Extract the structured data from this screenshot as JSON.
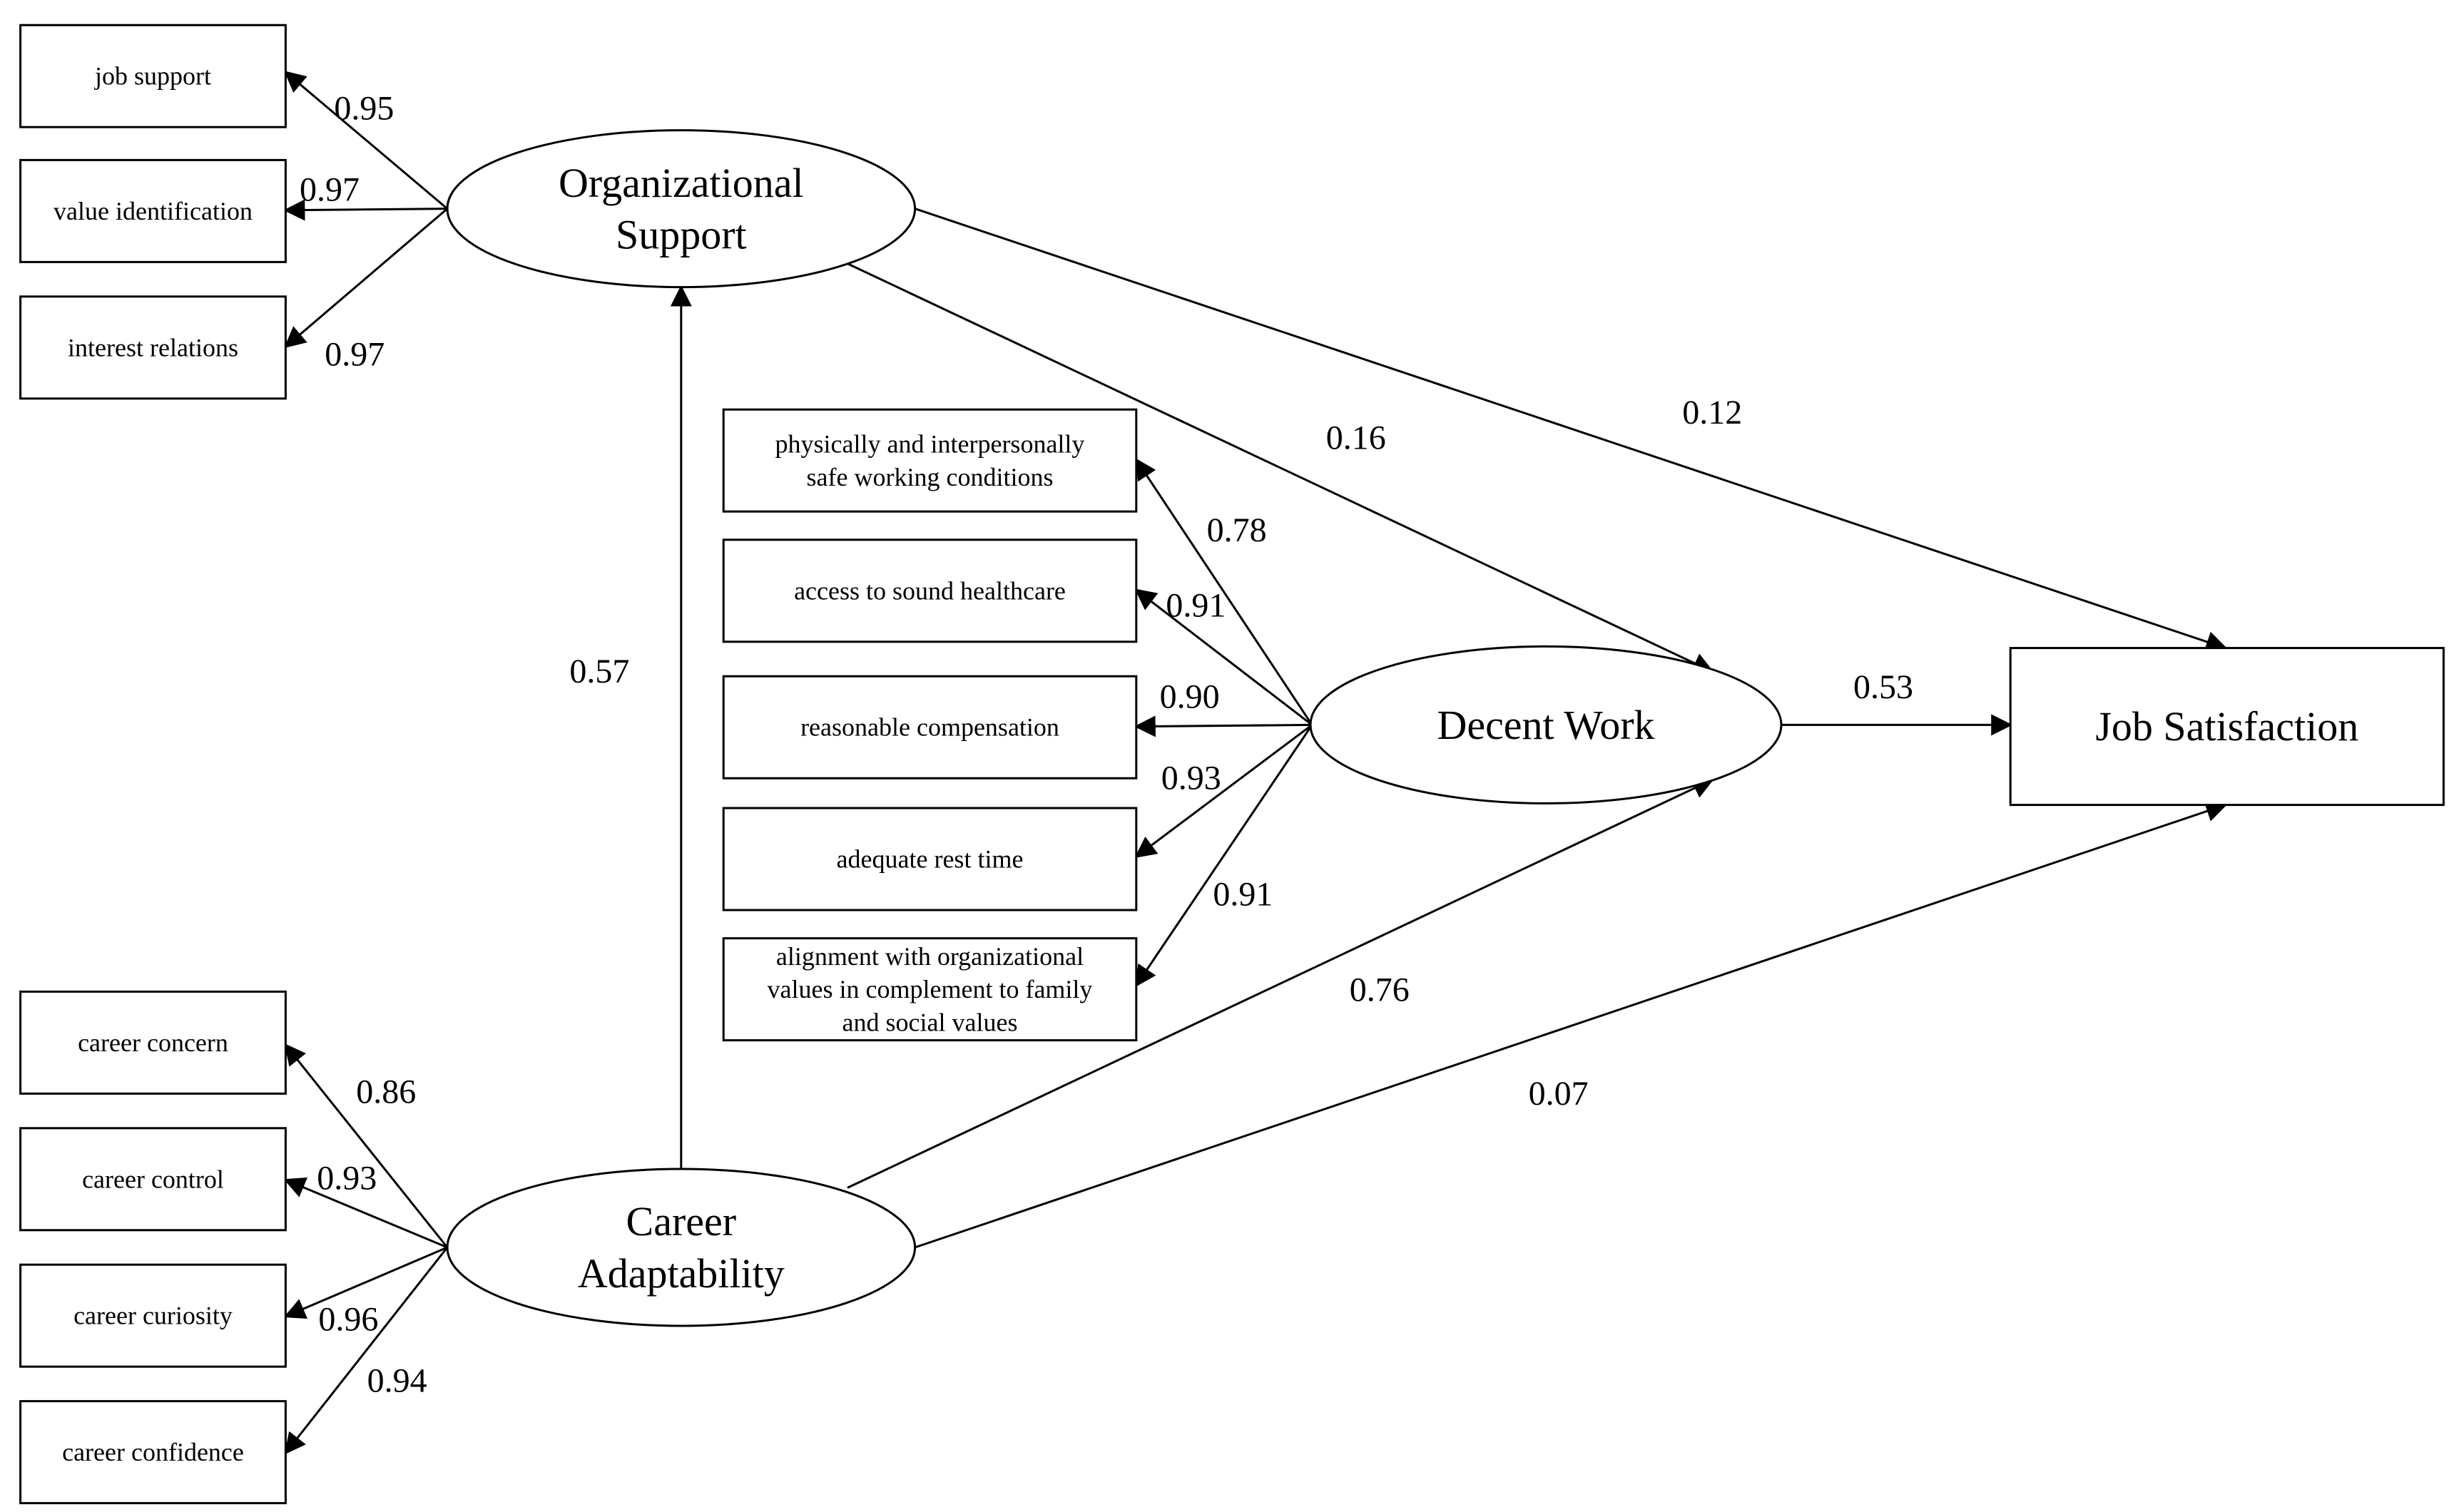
{
  "colors": {
    "stroke": "#000000",
    "background": "#ffffff"
  },
  "latent": {
    "org_support": [
      "Organizational",
      "Support"
    ],
    "career_adapt": [
      "Career",
      "Adaptability"
    ],
    "decent_work": [
      "Decent Work"
    ]
  },
  "outcome": {
    "job_satisfaction": [
      "Job Satisfaction"
    ]
  },
  "indicators": {
    "os1": [
      "job support"
    ],
    "os2": [
      "value identification"
    ],
    "os3": [
      "interest relations"
    ],
    "dw1": [
      "physically and interpersonally",
      "safe working conditions"
    ],
    "dw2": [
      "access to sound healthcare"
    ],
    "dw3": [
      "reasonable compensation"
    ],
    "dw4": [
      "adequate rest time"
    ],
    "dw5": [
      "alignment with organizational",
      "values in complement to family",
      "and social values"
    ],
    "ca1": [
      "career concern"
    ],
    "ca2": [
      "career control"
    ],
    "ca3": [
      "career curiosity"
    ],
    "ca4": [
      "career confidence"
    ]
  },
  "coefficients": {
    "os1": "0.95",
    "os2": "0.97",
    "os3": "0.97",
    "dw1": "0.78",
    "dw2": "0.91",
    "dw3": "0.90",
    "dw4": "0.93",
    "dw5": "0.91",
    "ca1": "0.86",
    "ca2": "0.93",
    "ca3": "0.96",
    "ca4": "0.94",
    "os_ca": "0.57",
    "os_dw": "0.16",
    "os_js": "0.12",
    "dw_js": "0.53",
    "ca_dw": "0.76",
    "ca_js": "0.07"
  }
}
